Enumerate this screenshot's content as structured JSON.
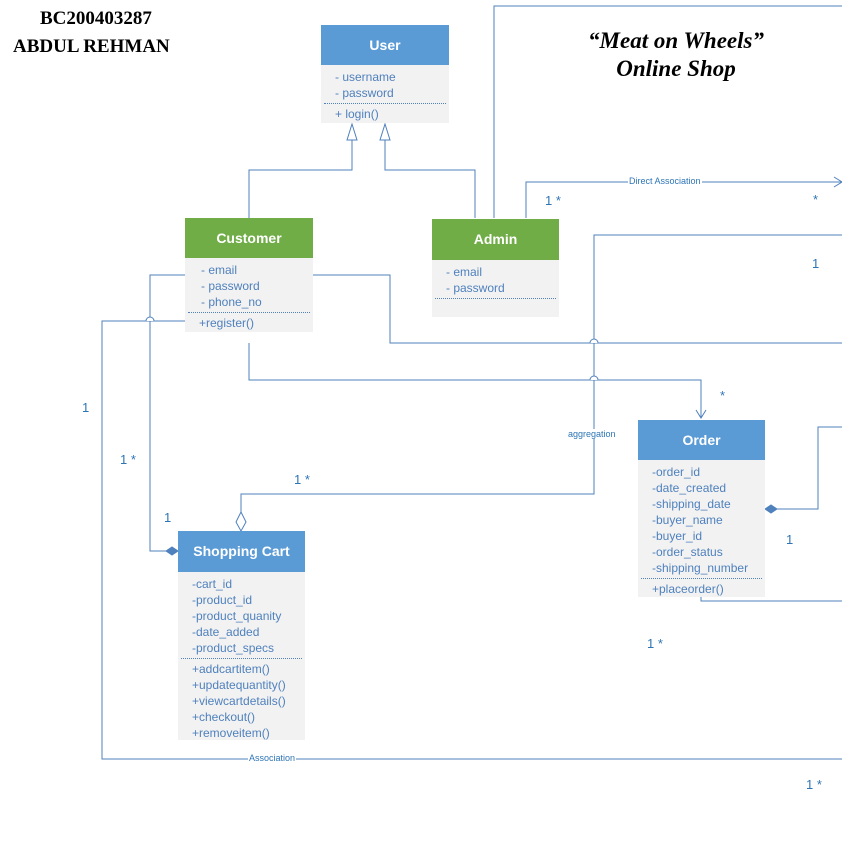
{
  "header": {
    "student_id": "BC200403287",
    "student_name": "ABDUL REHMAN"
  },
  "title": {
    "line1": "“Meat on Wheels”",
    "line2": "Online Shop"
  },
  "colors": {
    "blue_header": "#5b9bd5",
    "green_header": "#70ad47",
    "line": "#4f81bd"
  },
  "classes": {
    "user": {
      "name": "User",
      "attributes": [
        "- username",
        "- password"
      ],
      "methods": [
        "+ login()"
      ]
    },
    "customer": {
      "name": "Customer",
      "attributes": [
        "- email",
        "- password",
        "- phone_no"
      ],
      "methods": [
        "+register()"
      ]
    },
    "admin": {
      "name": "Admin",
      "attributes": [
        "- email",
        "- password"
      ],
      "methods": []
    },
    "order": {
      "name": "Order",
      "attributes": [
        "-order_id",
        "-date_created",
        "-shipping_date",
        "-buyer_name",
        "-buyer_id",
        "-order_status",
        "-shipping_number"
      ],
      "methods": [
        "+placeorder()"
      ]
    },
    "cart": {
      "name": "Shopping Cart",
      "attributes": [
        "-cart_id",
        "-product_id",
        "-product_quanity",
        "-date_added",
        "-product_specs"
      ],
      "methods": [
        "+addcartitem()",
        "+updatequantity()",
        "+viewcartdetails()",
        "+checkout()",
        "+removeitem()"
      ]
    }
  },
  "relation_labels": {
    "direct_association": "Direct Association",
    "aggregation": "aggregation",
    "association": "Association"
  },
  "multiplicities": {
    "admin_direct_start": "1 *",
    "admin_direct_end": "*",
    "right_one": "1",
    "left_one": "1",
    "customer_cart_many": "1 *",
    "cart_one": "1",
    "cart_agg_many": "1 *",
    "order_star": "*",
    "order_right_one": "1",
    "order_bottom_many": "1 *",
    "bottom_right_many": "1 *"
  }
}
